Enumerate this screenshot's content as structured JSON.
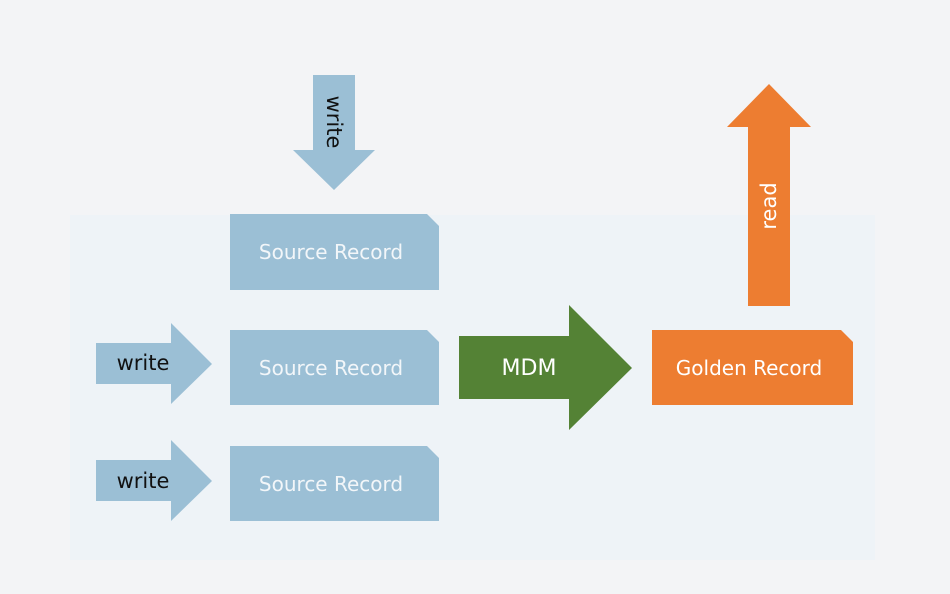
{
  "diagram": {
    "colors": {
      "background": "#f3f4f6",
      "source": "#9bbfd5",
      "source_text": "#f2f6f9",
      "write_text": "#111111",
      "mdm": "#548235",
      "golden": "#ed7d31",
      "light_text": "#ffffff"
    },
    "write_arrows": [
      {
        "id": "write-top",
        "label": "write",
        "direction": "down"
      },
      {
        "id": "write-middle",
        "label": "write",
        "direction": "right"
      },
      {
        "id": "write-bottom",
        "label": "write",
        "direction": "right"
      }
    ],
    "source_records": [
      {
        "label": "Source Record"
      },
      {
        "label": "Source Record"
      },
      {
        "label": "Source Record"
      }
    ],
    "mdm_arrow": {
      "label": "MDM",
      "direction": "right"
    },
    "golden_record": {
      "label": "Golden Record"
    },
    "read_arrow": {
      "label": "read",
      "direction": "up"
    }
  }
}
